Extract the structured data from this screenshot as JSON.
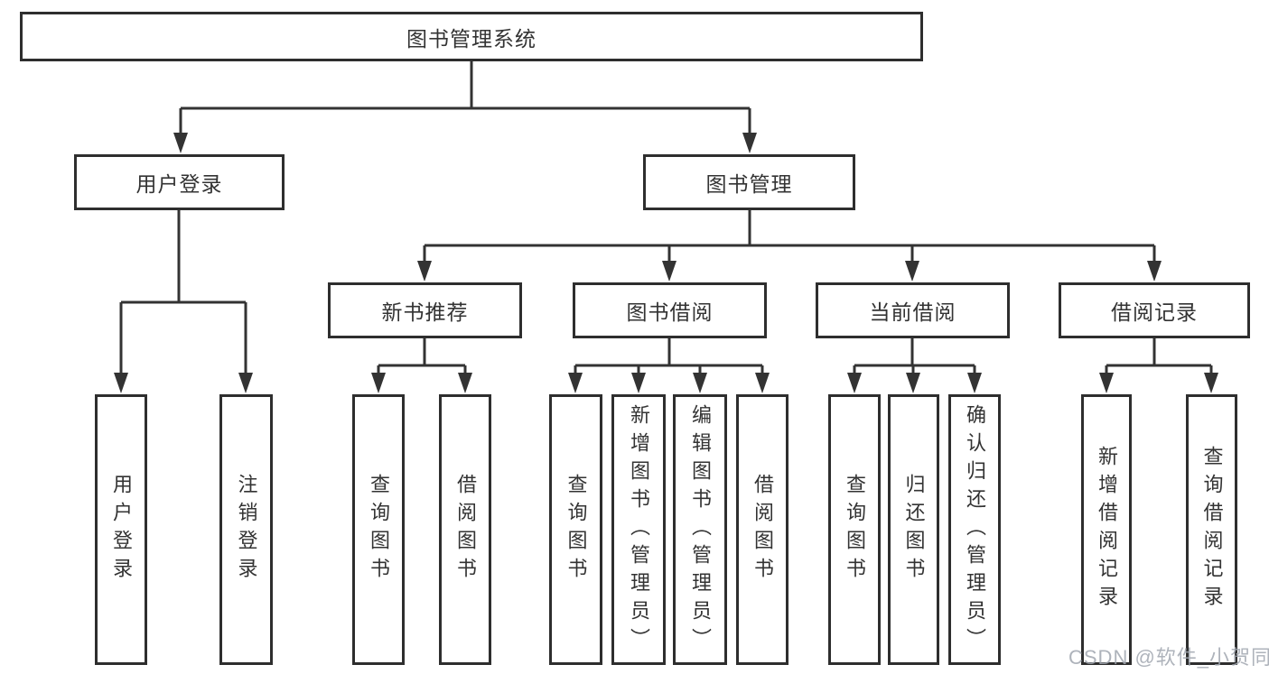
{
  "diagram": {
    "root": "图书管理系统",
    "user_login": {
      "label": "用户登录",
      "children": {
        "login": "用户登录",
        "logout": "注销登录"
      }
    },
    "book_mgmt": {
      "label": "图书管理",
      "new_book_rec": {
        "label": "新书推荐",
        "children": {
          "query_books": "查询图书",
          "borrow_books": "借阅图书"
        }
      },
      "book_borrow": {
        "label": "图书借阅",
        "children": {
          "query_books": "查询图书",
          "add_books": "新增图书（管理员）",
          "edit_books": "编辑图书（管理员）",
          "borrow_books": "借阅图书"
        }
      },
      "current_borrow": {
        "label": "当前借阅",
        "children": {
          "query_books": "查询图书",
          "return_books": "归还图书",
          "confirm_return": "确认归还（管理员）"
        }
      },
      "borrow_records": {
        "label": "借阅记录",
        "children": {
          "add_record": "新增借阅记录",
          "query_record": "查询借阅记录"
        }
      }
    }
  },
  "watermark": "CSDN @软件_小贺同学",
  "colors": {
    "line": "#333333",
    "border": "#2e2e2e",
    "text": "#333333",
    "watermark": "#a0a6af",
    "background": "#ffffff"
  }
}
